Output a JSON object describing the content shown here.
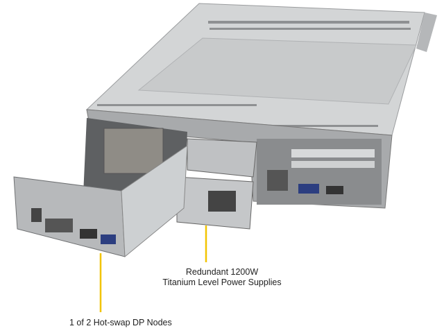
{
  "callouts": {
    "power_supplies": {
      "line1": "Redundant  1200W",
      "line2": "Titanium  Level  Power Supplies"
    },
    "nodes": {
      "text": "1 of 2 Hot-swap  DP Nodes"
    }
  },
  "colors": {
    "callout_line": "#f2c400",
    "chassis": "#c9cbcc",
    "chassis_dark": "#6c6e70"
  }
}
